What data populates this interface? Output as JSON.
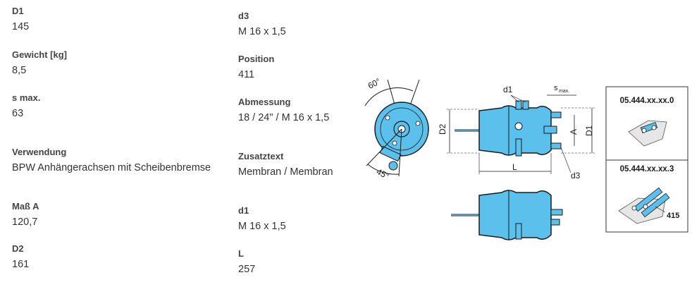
{
  "specs": {
    "d1_upper": {
      "label": "D1",
      "value": "145"
    },
    "gewicht": {
      "label": "Gewicht [kg]",
      "value": "8,5"
    },
    "s_max": {
      "label": "s max.",
      "value": "63"
    },
    "verwendung": {
      "label": "Verwendung",
      "value": "BPW Anhängerachsen mit Scheibenbremse"
    },
    "mass_a": {
      "label": "Maß A",
      "value": "120,7"
    },
    "d2": {
      "label": "D2",
      "value": "161"
    },
    "d3": {
      "label": "d3",
      "value": "M 16 x 1,5"
    },
    "position": {
      "label": "Position",
      "value": "411"
    },
    "abmessung": {
      "label": "Abmessung",
      "value": "18 / 24\" / M 16 x 1,5"
    },
    "zusatztext": {
      "label": "Zusatztext",
      "value": "Membran / Membran"
    },
    "d1_lower": {
      "label": "d1",
      "value": "M 16 x 1,5"
    },
    "l": {
      "label": "L",
      "value": "257"
    }
  },
  "drawing": {
    "angle_top": "60°",
    "angle_bottom": "45°",
    "dim_d1": "d1",
    "dim_s": "s",
    "dim_s_sub": "max.",
    "dim_d2": "D2",
    "dim_a": "A",
    "dim_D1": "D1",
    "dim_l": "L",
    "dim_d3": "d3",
    "variant_1": "05.444.xx.xx.0",
    "variant_2": "05.444.xx.xx.3",
    "variant_2_position": "415",
    "colors": {
      "body_blue": "#5bc0eb",
      "outline": "#1a1a1a"
    }
  }
}
